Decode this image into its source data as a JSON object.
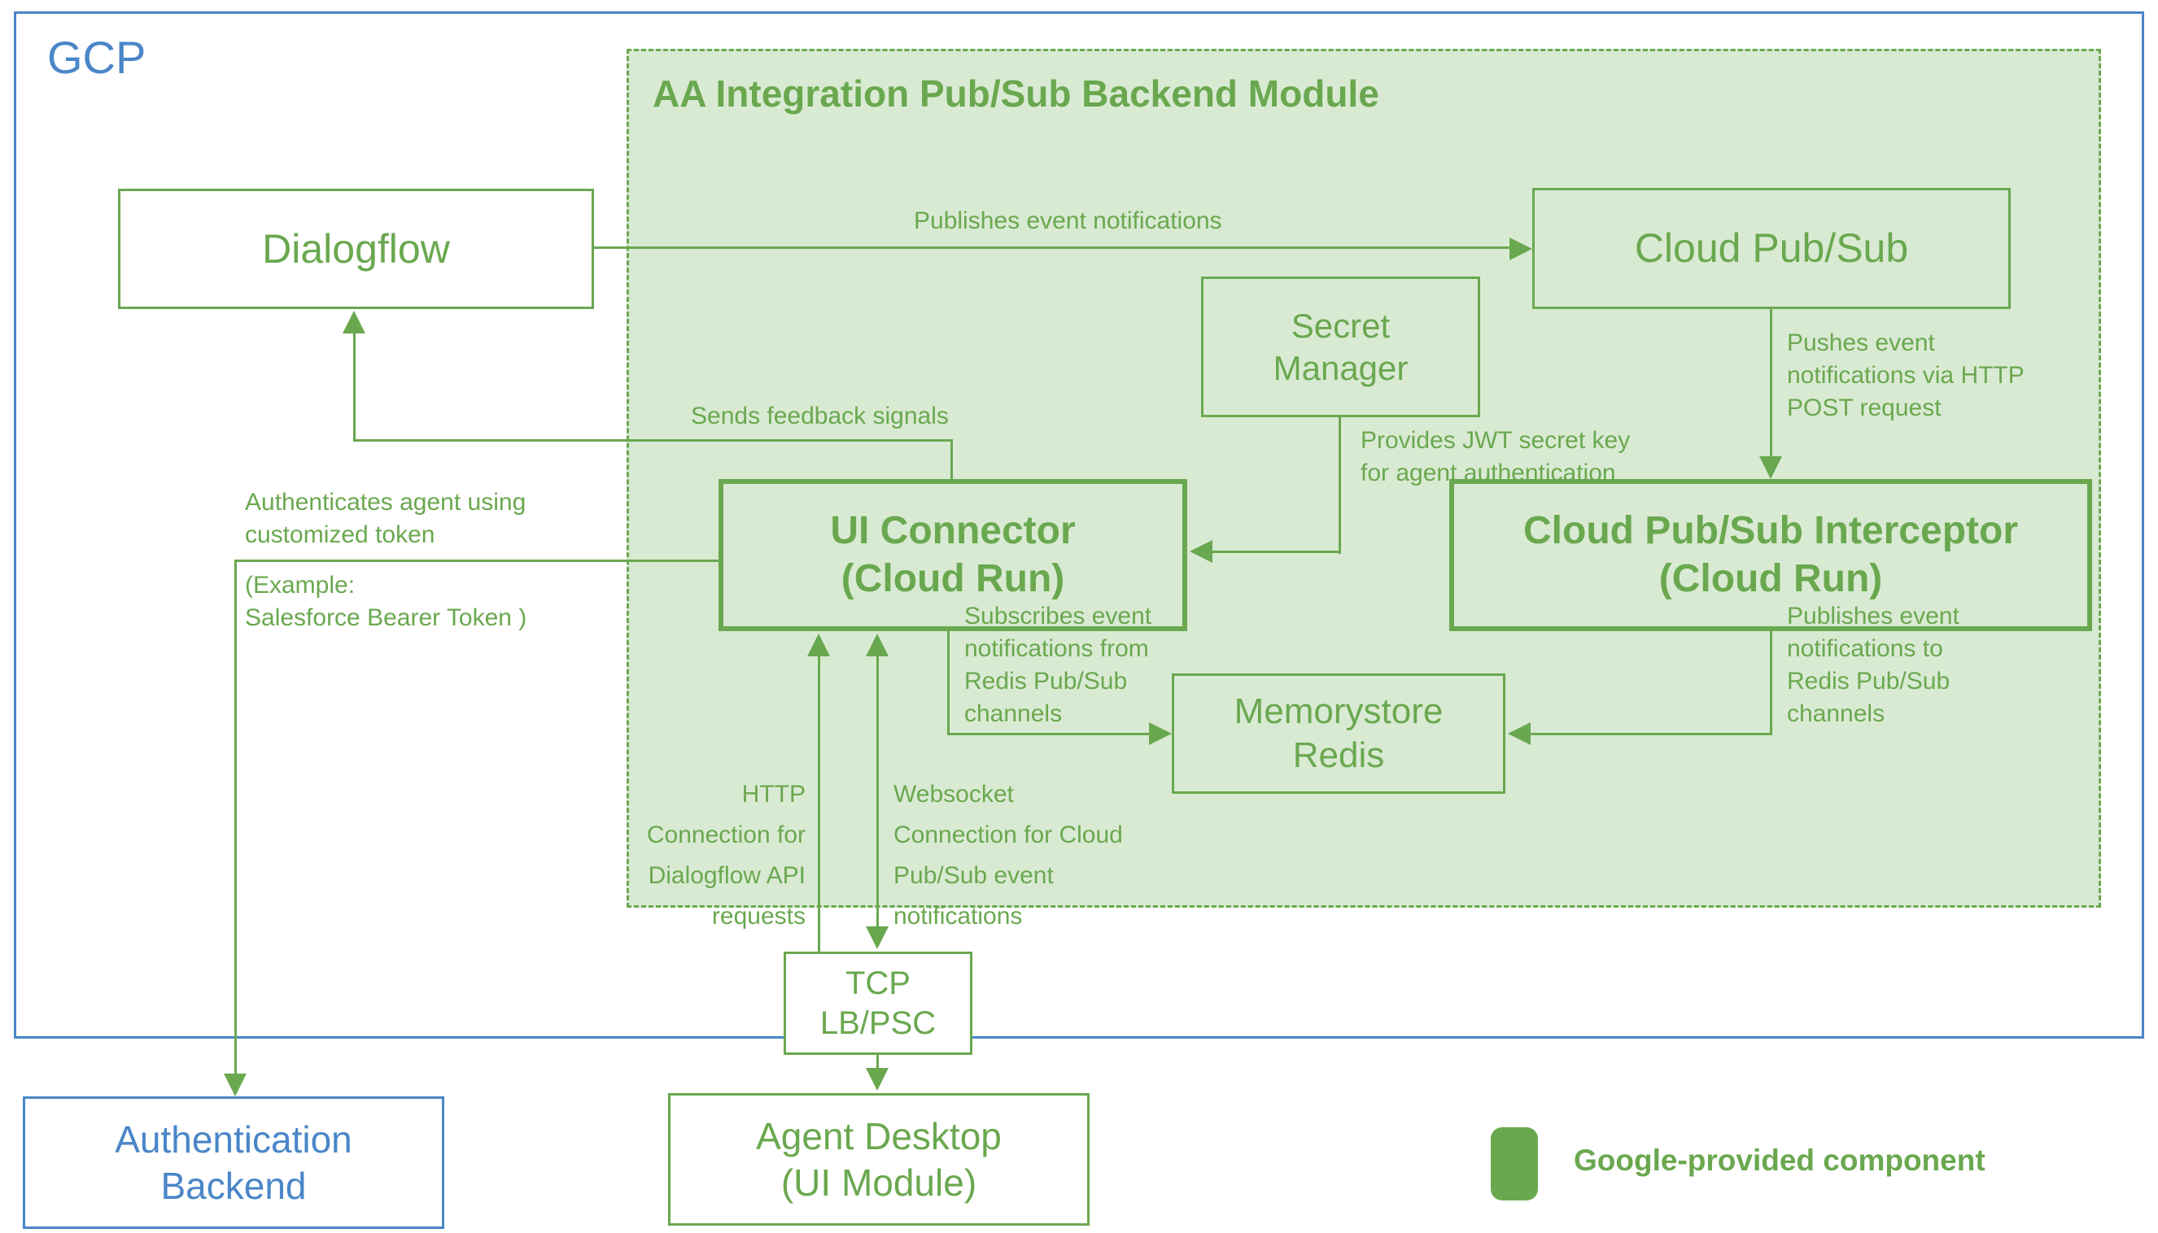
{
  "diagram": {
    "gcp_label": "GCP",
    "module_title": "AA Integration Pub/Sub Backend Module",
    "nodes": {
      "dialogflow": "Dialogflow",
      "cloud_pubsub": "Cloud Pub/Sub",
      "secret_manager": "Secret\nManager",
      "ui_connector": "UI Connector\n(Cloud Run)",
      "pubsub_interceptor": "Cloud Pub/Sub Interceptor\n(Cloud Run)",
      "memorystore_redis": "Memorystore\nRedis",
      "tcp_lb_psc": "TCP\nLB/PSC",
      "agent_desktop": "Agent Desktop\n(UI Module)",
      "auth_backend": "Authentication\nBackend"
    },
    "edges": {
      "publishes_events": "Publishes event notifications",
      "sends_feedback": "Sends feedback signals",
      "pushes_http_post": "Pushes event\nnotifications via HTTP\nPOST request",
      "provides_jwt": "Provides JWT secret key\nfor agent authentication",
      "authenticates_agent": "Authenticates agent using\ncustomized token",
      "authenticates_example": "(Example:\nSalesforce Bearer Token )",
      "subscribes_redis": "Subscribes event\nnotifications from\nRedis Pub/Sub\nchannels",
      "publishes_redis": "Publishes event\nnotifications to\nRedis Pub/Sub\nchannels",
      "http_connection": "HTTP\nConnection for\nDialogflow API\nrequests",
      "websocket_connection": "Websocket\nConnection for Cloud\nPub/Sub event\nnotifications"
    },
    "legend": {
      "label": "Google-provided component"
    },
    "colors": {
      "green": "#6aa84f",
      "green_fill": "#d9ead3",
      "blue": "#4a86c8",
      "background": "#ffffff"
    }
  }
}
